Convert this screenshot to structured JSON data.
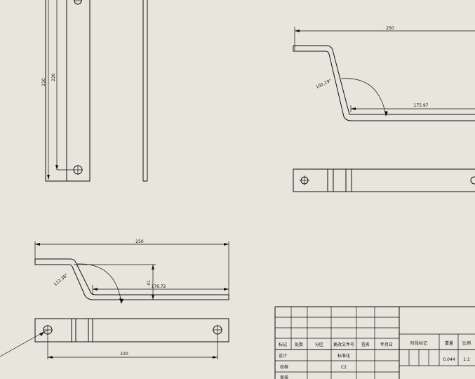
{
  "drawing": {
    "views": {
      "top_left": {
        "dim_outer": "210",
        "dim_inner": "220"
      },
      "top_right": {
        "dim_length": "250",
        "dim_angle": "102.19°",
        "dim_flat": "175.97"
      },
      "bottom_left": {
        "dim_length": "250",
        "dim_angle": "112.38°",
        "dim_height": "41",
        "dim_flat": "176.72",
        "dim_holes": "220"
      }
    },
    "title_block": {
      "headers": [
        "标记",
        "处数",
        "分区",
        "更改文件号",
        "签名",
        "年月日"
      ],
      "row_labels": [
        "设计",
        "校核",
        "审核"
      ],
      "std_label": "标准化",
      "std_code": "C2",
      "stage_label": "阶段标记",
      "weight_label": "重量",
      "scale_label": "比例",
      "weight_value": "0.044",
      "scale_value": "1:1"
    }
  },
  "colors": {
    "background": "#e6e6dc",
    "line": "#111111"
  }
}
